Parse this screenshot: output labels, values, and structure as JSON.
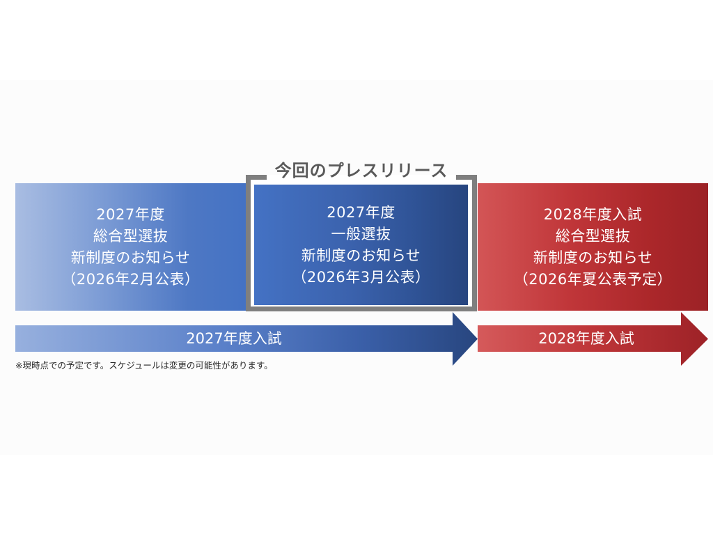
{
  "colors": {
    "blue_light": "#a9bde2",
    "blue_mid": "#4472c4",
    "blue_dark": "#27457f",
    "red_light": "#d35556",
    "red_dark": "#9c2226",
    "bracket_gray": "#7f7f7f",
    "label_gray": "#595959"
  },
  "highlight": {
    "label": "今回のプレスリリース"
  },
  "boxes": [
    {
      "lines": [
        "2027年度",
        "総合型選抜",
        "新制度のお知らせ",
        "（2026年2月公表）"
      ]
    },
    {
      "lines": [
        "2027年度",
        "一般選抜",
        "新制度のお知らせ",
        "（2026年3月公表）"
      ]
    },
    {
      "lines": [
        "2028年度入試",
        "総合型選抜",
        "新制度のお知らせ",
        "（2026年夏公表予定）"
      ]
    }
  ],
  "arrows": [
    {
      "label": "2027年度入試"
    },
    {
      "label": "2028年度入試"
    }
  ],
  "note": "※現時点での予定です。スケジュールは変更の可能性があります。"
}
